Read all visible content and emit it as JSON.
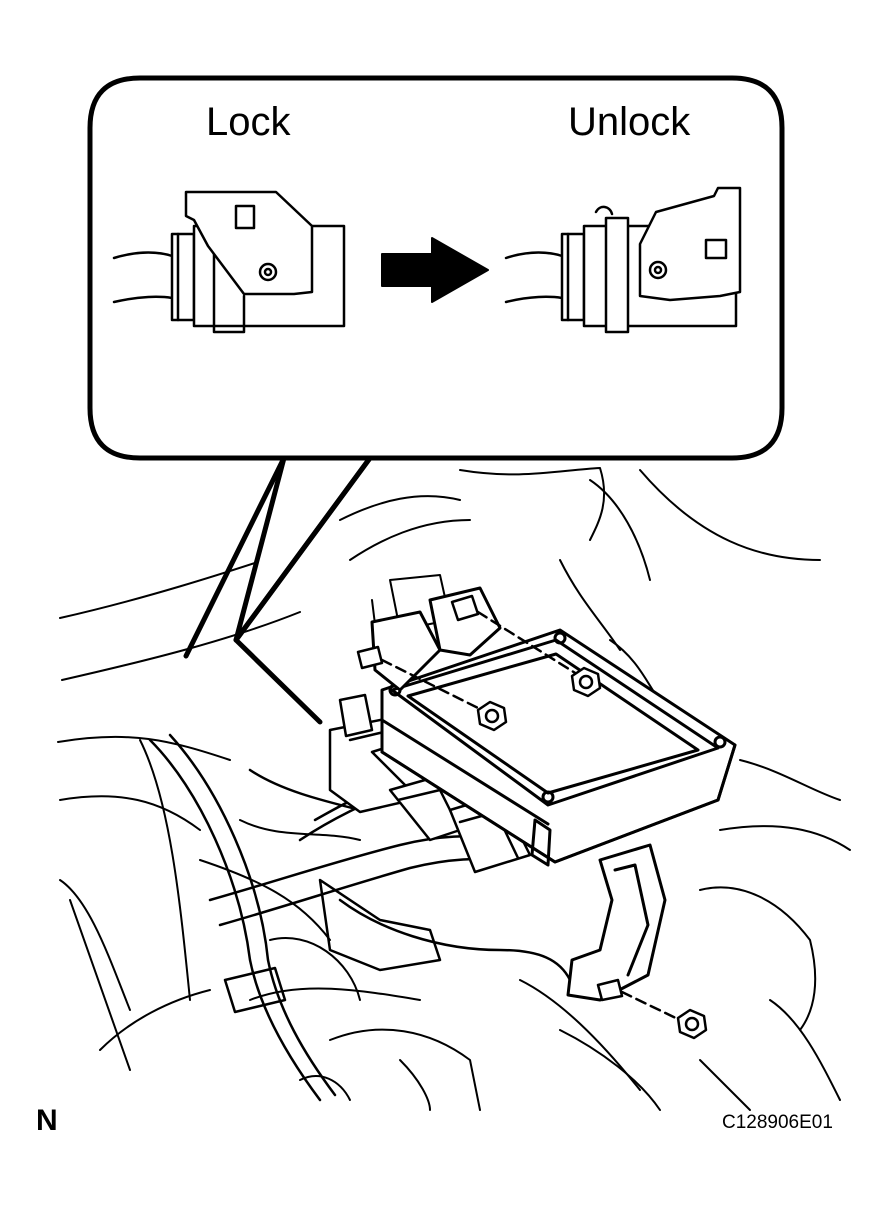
{
  "callout": {
    "lock_label": "Lock",
    "unlock_label": "Unlock"
  },
  "footer": {
    "orientation_mark": "N",
    "figure_code": "C128906E01"
  },
  "colors": {
    "ink": "#000000",
    "paper": "#ffffff"
  }
}
